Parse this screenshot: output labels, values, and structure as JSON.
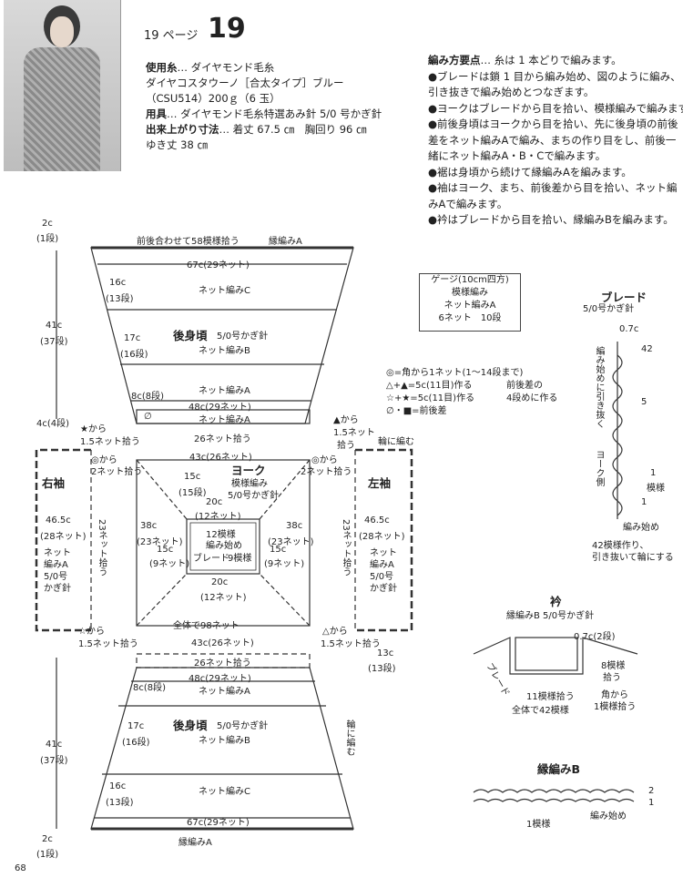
{
  "page": {
    "page_label": "19 ページ",
    "pattern_number": "19",
    "page_number": "68"
  },
  "materials": {
    "yarn_label": "使用糸",
    "yarn": "… ダイヤモンド毛糸",
    "yarn_line2": "ダイヤコスタウーノ［合太タイプ］ブルー",
    "yarn_line3": "（CSU514）200ｇ（6 玉）",
    "tools_label": "用具",
    "tools": "… ダイヤモンド毛糸特選あみ針 5/0 号かぎ針",
    "size_label": "出来上がり寸法",
    "size": "… 着丈 67.5 ㎝　胸回り 96 ㎝",
    "size_line2": "ゆき丈 38 ㎝"
  },
  "instructions": {
    "title": "編み方要点",
    "intro": "… 糸は 1 本どりで編みます。",
    "lines": [
      "●ブレードは鎖 1 目から編み始め、図のように編み、",
      "引き抜きで編み始めとつなぎます。",
      "●ヨークはブレードから目を拾い、模様編みで編みます",
      "●前後身頃はヨークから目を拾い、先に後身頃の前後",
      "差をネット編みAで編み、まちの作り目をし、前後一",
      "緒にネット編みA・B・Cで編みます。",
      "●裾は身頃から続けて縁編みAを編みます。",
      "●袖はヨーク、まち、前後差から目を拾い、ネット編",
      "みAで編みます。",
      "●衿はブレードから目を拾い、縁編みBを編みます。"
    ]
  },
  "gauge": {
    "title": "ゲージ(10cm四方)",
    "l1": "模様編み",
    "l2": "ネット編みA",
    "l3": "6ネット　10段"
  },
  "legend": {
    "l1": "◎=角から1ネット(1〜14段まで)",
    "l2": "△+▲=5c(11目)作る",
    "l3": "☆+★=5c(11目)作る",
    "l4": "∅・■=前後差",
    "bracket": "前後差の",
    "bracket2": "4段めに作る"
  },
  "diagram": {
    "front": {
      "title": "後身頃",
      "hook": "5/0号かぎ針",
      "net_b": "ネット編みB",
      "net_c": "ネット編みC",
      "net_a": "ネット編みA",
      "edge_top": "縁編みA",
      "pick_top": "前後合わせて58模様拾う",
      "w67": "67c(29ネット)",
      "w48": "48c(29ネット)",
      "pick26": "26ネット拾う",
      "h2": "2c",
      "h2r": "(1段)",
      "h41": "41c",
      "h41r": "(37段)",
      "h4": "4c(4段)",
      "s16": "16c",
      "s16r": "(13段)",
      "s17": "17c",
      "s17r": "(16段)",
      "s8": "8c(8段)",
      "sym_null": "∅"
    },
    "back": {
      "title": "後身頃",
      "hook": "5/0号かぎ針",
      "net_b": "ネット編みB",
      "net_c": "ネット編みC",
      "net_a": "ネット編みA",
      "edge_bottom": "縁編みA",
      "w67": "67c(29ネット)",
      "w48": "48c(29ネット)",
      "pick26": "26ネット拾う",
      "s8": "8c(8段)",
      "s17": "17c",
      "s17r": "(16段)",
      "s16": "16c",
      "s16r": "(13段)",
      "h41": "41c",
      "h41r": "(37段)",
      "h2": "2c",
      "h2r": "(1段)",
      "ring": "輪に編む"
    },
    "yoke": {
      "title": "ヨーク",
      "pattern": "模様編み",
      "hook": "5/0号かぎ針",
      "w43": "43c(26ネット)",
      "w43b": "43c(26ネット)",
      "total98": "全体で98ネット",
      "s15": "15c",
      "s15r": "(15段)",
      "w20": "20c",
      "w20r": "(12ネット)",
      "w20b": "20c",
      "w20br": "(12ネット)",
      "s38": "38c",
      "s38r": "(23ネット)",
      "s38b": "38c",
      "s38br": "(23ネット)",
      "s15l": "15c",
      "s15lr": "(9ネット)",
      "s15rr": "15c",
      "s15rrr": "(9ネット)",
      "c1": "12模様",
      "c2": "編み始め",
      "c3": "ブレード",
      "c4": "9模様"
    },
    "sleeve_r": {
      "title": "右袖",
      "w": "46.5c",
      "wr": "(28ネット)",
      "p1": "ネット",
      "p2": "編みA",
      "p3": "5/0号",
      "p4": "かぎ針",
      "pick": "23ネット拾う",
      "from_star": "★から",
      "from_star2": "1.5ネット拾う",
      "from_o": "◎から",
      "from_o2": "2ネット拾う",
      "from_ws": "☆から",
      "from_ws2": "1.5ネット拾う"
    },
    "sleeve_l": {
      "title": "左袖",
      "w": "46.5c",
      "wr": "(28ネット)",
      "p1": "ネット",
      "p2": "編みA",
      "p3": "5/0号",
      "p4": "かぎ針",
      "pick": "23ネット拾う",
      "from_tri": "▲から",
      "from_tri2": "1.5ネット",
      "from_tri3": "拾う",
      "from_o": "◎から",
      "from_o2": "2ネット拾う",
      "from_wt": "△から",
      "from_wt2": "1.5ネット拾う",
      "ring": "輪に編む",
      "h13": "13c",
      "h13r": "(13段)"
    },
    "braid": {
      "title": "ブレード",
      "hook": "5/0号かぎ針",
      "size": "0.7c",
      "n42": "42",
      "n5": "5",
      "n1": "1",
      "v1": "編み始めに引き抜く",
      "v2": "ヨーク側",
      "unit": "1",
      "unit2": "模様",
      "start": "編み始め",
      "note1": "42模様作り、",
      "note2": "引き抜いて輪にする"
    },
    "collar": {
      "title": "衿",
      "sub": "縁編みB 5/0号かぎ針",
      "size": "0.7c(2段)",
      "r1": "8模様",
      "r2": "拾う",
      "r3": "角から",
      "r4": "1模様拾う",
      "b1": "11模様拾う",
      "b2": "全体で42模様",
      "braid": "ブレード"
    },
    "edge_b": {
      "title": "縁編みB",
      "row2": "2",
      "row1": "1",
      "unit": "1模様",
      "start": "編み始め"
    }
  }
}
